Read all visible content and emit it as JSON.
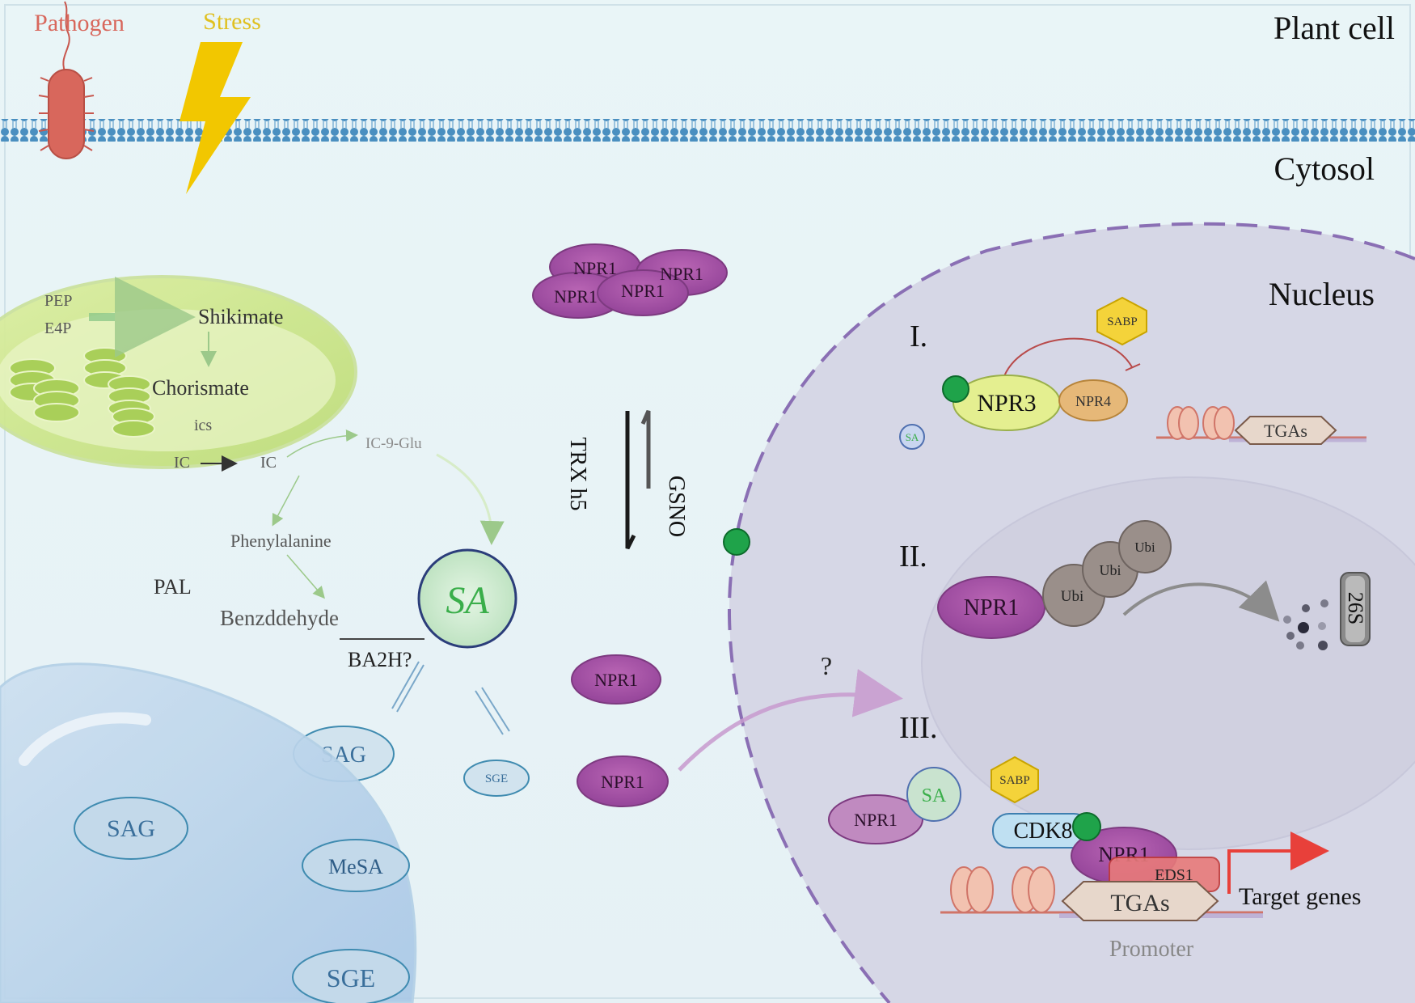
{
  "regions": {
    "plant_cell": "Plant cell",
    "cytosol": "Cytosol",
    "nucleus": "Nucleus"
  },
  "stimuli": {
    "pathogen": "Pathogen",
    "stress": "Stress"
  },
  "chloroplast": {
    "pep": "PEP",
    "e4p": "E4P",
    "shikimate": "Shikimate",
    "chorismate": "Chorismate",
    "ics": "ics",
    "ic_inside": "IC"
  },
  "pathway": {
    "ic": "IC",
    "ic9glu": "IC-9-Glu",
    "phenylalanine": "Phenylalanine",
    "pal": "PAL",
    "benzaldehyde": "Benzddehyde",
    "ba2h": "BA2H?",
    "sa": "SA",
    "sag_cytosol": "SAG",
    "sge_cytosol": "SGE"
  },
  "vacuole": {
    "sag": "SAG",
    "mesa": "MeSA",
    "sge": "SGE"
  },
  "npr1_oligomer": [
    "NPR1",
    "NPR1",
    "NPR1",
    "NPR1"
  ],
  "redox": {
    "reducing": "TRX h5",
    "oxidizing": "GSNO"
  },
  "monomers": [
    "NPR1",
    "NPR1"
  ],
  "transport_question": "?",
  "nucleus_I": {
    "roman": "I.",
    "sabp": "SABP",
    "npr3": "NPR3",
    "npr4": "NPR4",
    "sa": "SA",
    "tgas": "TGAs"
  },
  "nucleus_II": {
    "roman": "II.",
    "npr1": "NPR1",
    "ubi": [
      "Ubi",
      "Ubi",
      "Ubi"
    ],
    "proteasome": "26S"
  },
  "nucleus_III": {
    "roman": "III.",
    "sabp": "SABP",
    "sa": "SA",
    "npr1_free": "NPR1",
    "cdk8": "CDK8",
    "npr1_bound": "NPR1",
    "eds1": "EDS1",
    "tgas": "TGAs",
    "target_genes": "Target genes",
    "promoter": "Promoter"
  },
  "colors": {
    "background": "#e9f4f7",
    "membrane": "#4a8fc0",
    "npr1": "#a14e9e",
    "sa_text": "#3aae4a",
    "nucleus_fill": "#d7d8e6",
    "nucleus_border": "#8a6fb4",
    "pathogen": "#d85f55",
    "stress": "#f2c700",
    "target_arrow": "#e8403a"
  }
}
